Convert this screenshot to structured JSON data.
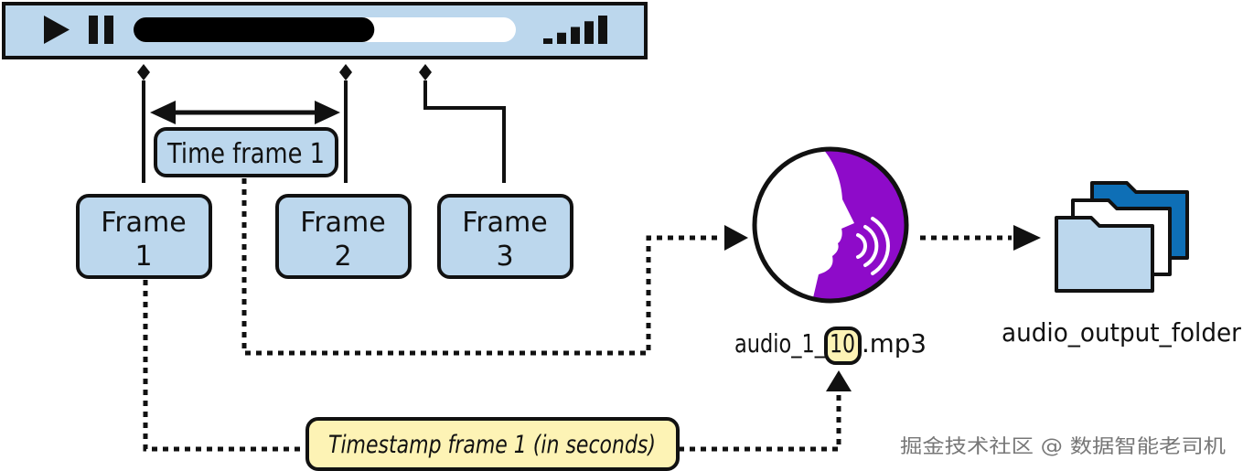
{
  "player": {
    "progress": 0.63,
    "volume_level": 5,
    "colors": {
      "bar_bg": "#bcd7ed",
      "border": "#111111",
      "track": "#ffffff",
      "fill": "#000000"
    },
    "icons": [
      "play-icon",
      "pause-icon",
      "volume-bars-icon"
    ]
  },
  "labels": {
    "time_frame": "Time frame 1",
    "frame1_line1": "Frame",
    "frame1_line2": "1",
    "frame2_line1": "Frame",
    "frame2_line2": "2",
    "frame3_line1": "Frame",
    "frame3_line2": "3",
    "timestamp": "Timestamp frame 1 (in seconds)",
    "audio_prefix": "audio_1_",
    "audio_highlight": "10",
    "audio_suffix": ".mp3",
    "output_folder": "audio_output_folder"
  },
  "watermark": "掘金技术社区 @ 数据智能老司机",
  "colors": {
    "box_fill": "#bcd7ed",
    "yellow_fill": "#fdf3b5",
    "purple": "#8e0bc9",
    "folder_blue": "#0e6fb6",
    "folder_light": "#bcd7ed"
  }
}
